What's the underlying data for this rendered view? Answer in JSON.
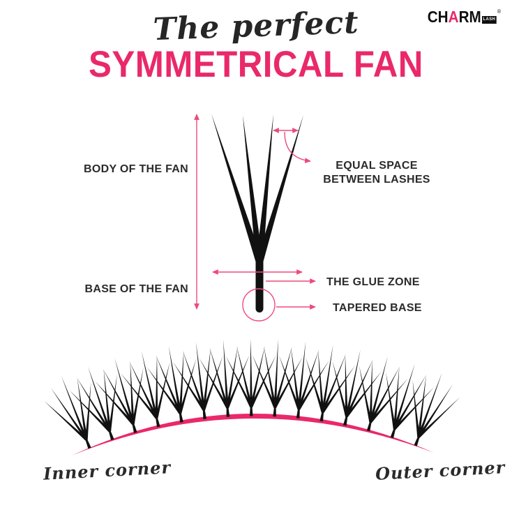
{
  "brand": {
    "prefix": "CH",
    "accent_letter": "A",
    "suffix": "RM",
    "sub": "LASH",
    "registered": "®"
  },
  "title": {
    "script": "The perfect",
    "main": "SYMMETRICAL FAN"
  },
  "diagram": {
    "labels": {
      "body": "BODY OF THE FAN",
      "base": "BASE OF THE FAN",
      "equal_space": "EQUAL SPACE BETWEEN LASHES",
      "glue": "THE GLUE ZONE",
      "tapered": "TAPERED BASE"
    },
    "fan": {
      "lash_count": 4
    }
  },
  "strip": {
    "fan_count": 15,
    "lashes_per_fan": 5,
    "inner_label": "Inner corner",
    "outer_label": "Outer corner"
  },
  "colors": {
    "accent_pink": "#E9296A",
    "line_pink": "#ED4A7C",
    "lash_black": "#111111",
    "text_dark": "#2B2B2B"
  }
}
